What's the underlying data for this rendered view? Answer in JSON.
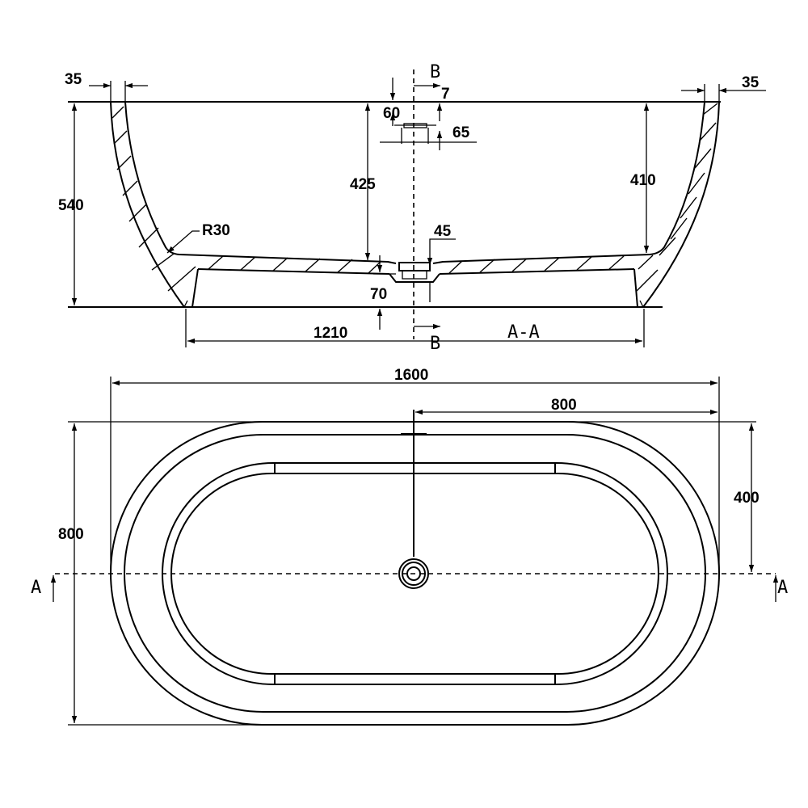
{
  "section_view": {
    "label": "A-A",
    "cut_mark": "B",
    "dimensions": {
      "rim_left": "35",
      "rim_right": "35",
      "overflow_7": "7",
      "overflow_60": "60",
      "overflow_65": "65",
      "depth_425": "425",
      "depth_410": "410",
      "height_540": "540",
      "radius": "R30",
      "drain_45": "45",
      "drain_70": "70",
      "base_width": "1210"
    }
  },
  "plan_view": {
    "cut_mark": "A",
    "dimensions": {
      "overall_length": "1600",
      "half_length": "800",
      "overall_width": "800",
      "half_width": "400"
    }
  },
  "colors": {
    "line": "#000000",
    "background": "#ffffff"
  }
}
